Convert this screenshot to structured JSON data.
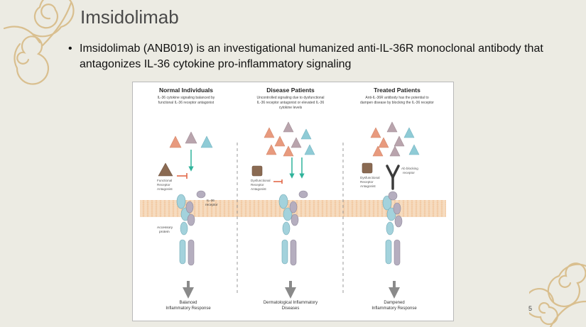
{
  "slide": {
    "title": "Imsidolimab",
    "bullet_marker": "•",
    "bullet_text": "Imsidolimab (ANB019) is an investigational humanized anti-IL-36R monoclonal antibody that antagonizes IL-36 cytokine pro-inflammatory signaling",
    "page_number": "5"
  },
  "figure": {
    "panels": [
      {
        "heading": "Normal Individuals",
        "subtext_lines": [
          "IL-36 cytokine signaling balanced by",
          "functional IL-36 receptor antagonist"
        ],
        "antagonist_lines": [
          "Functional",
          "Receptor",
          "Antagonist"
        ],
        "outcome_lines": [
          "Balanced",
          "Inflammatory Response"
        ]
      },
      {
        "heading": "Disease Patients",
        "subtext_lines": [
          "Uncontrolled signaling due to dysfunctional",
          "IL-36 receptor antagonist or elevated IL-36",
          "cytokine levels"
        ],
        "antagonist_lines": [
          "Dysfunctional",
          "Receptor",
          "Antagonist"
        ],
        "outcome_lines": [
          "Dermatological Inflammatory",
          "Diseases"
        ]
      },
      {
        "heading": "Treated Patients",
        "subtext_lines": [
          "Anti-IL-36R antibody has the potential to",
          "dampen disease by blocking the IL-36 receptor"
        ],
        "antagonist_lines": [
          "Dysfunctional",
          "Receptor",
          "Antagonist"
        ],
        "antibody_lines": [
          "Ab blocking",
          "receptor"
        ],
        "outcome_lines": [
          "Dampened",
          "Inflammatory Response"
        ]
      }
    ],
    "receptor_label_lines": [
      "IL-36",
      "receptor"
    ],
    "accessory_label_lines": [
      "Accessory",
      "protein"
    ],
    "colors": {
      "cytokine_salmon": "#e89a7e",
      "cytokine_mauve": "#b9a4ad",
      "cytokine_teal": "#8fcbd6",
      "signal_arrow": "#2fb39b",
      "block_bar": "#e2694a",
      "receptor": "#a3d2dc",
      "accessory": "#b5aebf",
      "membrane": "#f6dcc0",
      "antagonist": "#8a6a52",
      "antibody": "#3b3b3b",
      "outcome_arrow": "#8a8a8a",
      "swirl": "#d9bf8f"
    }
  }
}
